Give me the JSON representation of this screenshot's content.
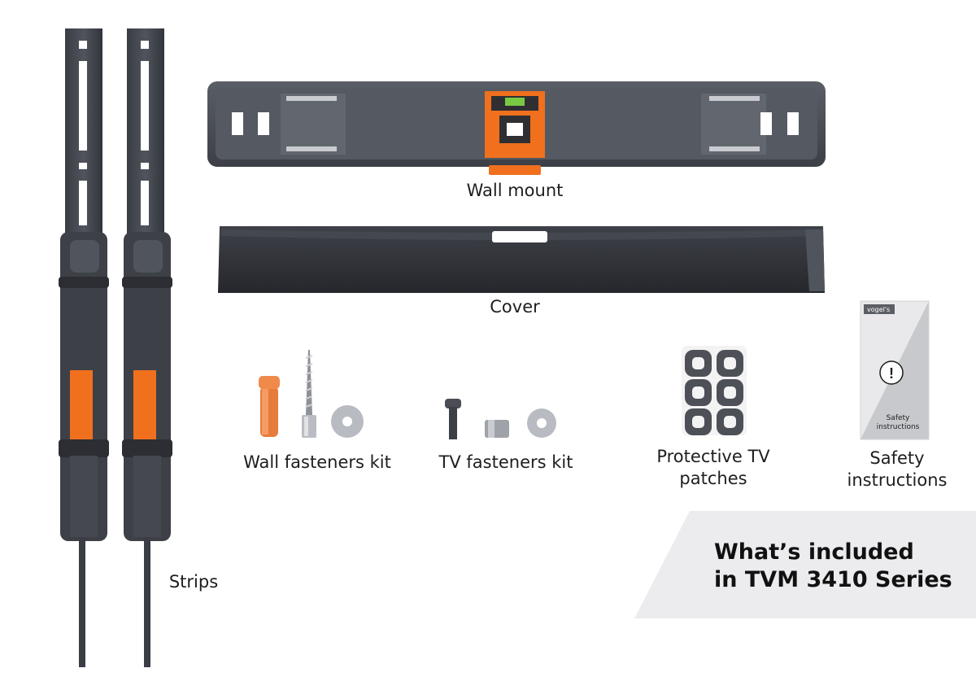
{
  "labels": {
    "wall_mount": "Wall mount",
    "cover": "Cover",
    "strips": "Strips",
    "wall_fasteners": "Wall fasteners kit",
    "tv_fasteners": "TV fasteners kit",
    "patches_line1": "Protective TV",
    "patches_line2": "patches",
    "safety_line1": "Safety",
    "safety_line2": "instructions"
  },
  "booklet": {
    "brand": "vogel's",
    "warning_symbol": "!",
    "text_line1": "Safety",
    "text_line2": "instructions"
  },
  "banner": {
    "line1": "What’s included",
    "line2": "in TVM 3410 Series"
  },
  "colors": {
    "steel": "#4a4d54",
    "steel_dark": "#2e3036",
    "accent_orange": "#f0701e",
    "banner_bg": "#ececef"
  }
}
